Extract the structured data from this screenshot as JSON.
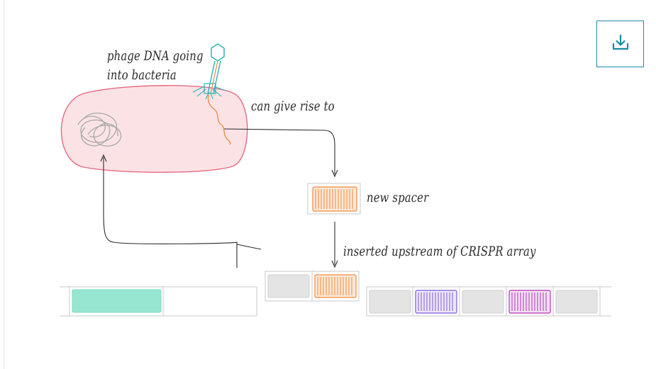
{
  "diagram": {
    "labels": {
      "phage_line1": "phage DNA going",
      "phage_line2": "into bacteria",
      "give_rise": "can give rise to",
      "new_spacer": "new spacer",
      "inserted": "inserted upstream of CRISPR array"
    }
  },
  "toolbar": {
    "download_icon": "download-icon"
  },
  "colors": {
    "cell_fill": "#fbe3e5",
    "cell_outline": "#e56b84",
    "spacer_orange": "#f08a3c",
    "spacer_purple": "#7b5bd6",
    "spacer_magenta": "#b02fb3",
    "spacer_teal": "#97e6d2",
    "repeat_gray": "#e4e4e4",
    "accent": "#1a8aa3"
  }
}
